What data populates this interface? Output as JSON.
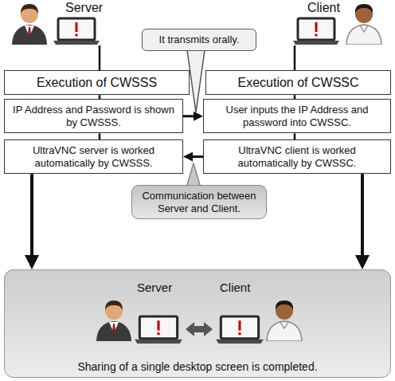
{
  "diagram": {
    "nodes": [
      {
        "text": [
          "It transmits orally."
        ]
      },
      {
        "text": [
          "Execution of CWSSS"
        ]
      },
      {
        "text": [
          "Execution of CWSSC"
        ]
      },
      {
        "text": [
          "IP Address and Password is shown by CWSSS."
        ]
      },
      {
        "text": [
          "User inputs the IP Address and password into CWSSC."
        ]
      },
      {
        "text": [
          "UltraVNC server is worked automatically by CWSSS."
        ]
      },
      {
        "text": [
          "UltraVNC client is worked automatically by CWSSC."
        ]
      },
      {
        "text": [
          "Communication between Server and Client."
        ]
      },
      {
        "text": [
          "Sharing of a single desktop screen is completed."
        ]
      }
    ],
    "edges": [
      {
        "from": 1,
        "to": 3,
        "arrow": "none"
      },
      {
        "from": 2,
        "to": 4,
        "arrow": "none"
      },
      {
        "from": 3,
        "to": 4,
        "arrow": "to"
      },
      {
        "from": 3,
        "to": 5,
        "arrow": "none"
      },
      {
        "from": 4,
        "to": 6,
        "arrow": "none"
      },
      {
        "from": 6,
        "to": 5,
        "arrow": "to"
      },
      {
        "from": 5,
        "to": 8,
        "arrow": "to"
      },
      {
        "from": 6,
        "to": 8,
        "arrow": "to"
      }
    ],
    "labels": [
      "Server",
      "Client",
      "Server",
      "Client"
    ]
  }
}
